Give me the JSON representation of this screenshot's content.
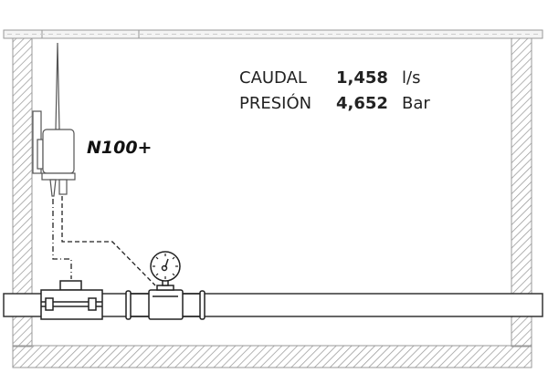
{
  "brand": "N100+",
  "readings": [
    {
      "label": "CAUDAL",
      "value": "1,458",
      "unit": "l/s"
    },
    {
      "label": "PRESIÓN",
      "value": "4,652",
      "unit": "Bar"
    }
  ],
  "colors": {
    "line": "#222222",
    "wall": "#888888"
  }
}
